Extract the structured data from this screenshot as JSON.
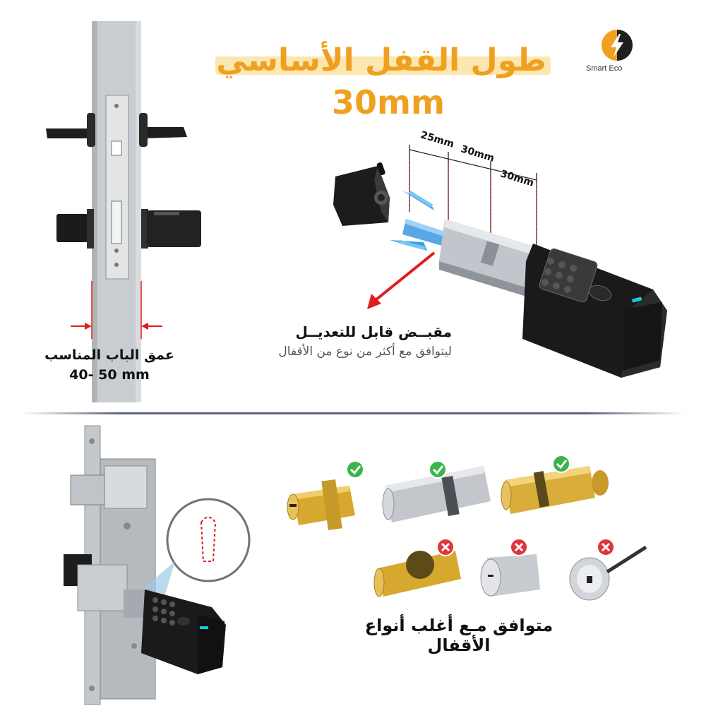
{
  "header": {
    "title": "طول القفل الأساسي",
    "size": "30mm"
  },
  "brand": {
    "name": "Smart Eco",
    "icon": "lightning-bolt-icon",
    "color": "#f0a020"
  },
  "dimensions": [
    "25mm",
    "30mm",
    "30mm"
  ],
  "handle": {
    "label": "مقبــض قابل للتعديــل",
    "sub": "ليتوافق مع أكثر من نوع من الأقفال"
  },
  "door": {
    "label": "عمق الباب المناسب",
    "size": "40- 50 mm"
  },
  "compat": {
    "label": "متوافق مـع أغلب أنواع الأقفال"
  },
  "cylinders": [
    {
      "kind": "brass-euro-knob",
      "compatible": true
    },
    {
      "kind": "steel-euro-double",
      "compatible": true
    },
    {
      "kind": "brass-euro-thumb",
      "compatible": true
    },
    {
      "kind": "brass-gear-cylinder",
      "compatible": false
    },
    {
      "kind": "chrome-round-cylinder",
      "compatible": false
    },
    {
      "kind": "key-in-knob-cylinder",
      "compatible": false
    }
  ],
  "colors": {
    "accent": "#f0a020",
    "ok": "#3bb44a",
    "bad": "#e0353b",
    "arrow": "#e01d1d",
    "led": "#19c6d9"
  }
}
